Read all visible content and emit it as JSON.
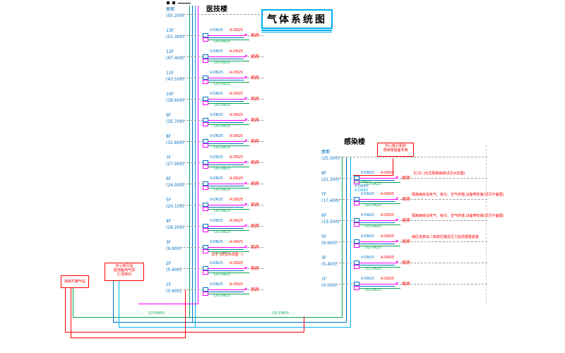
{
  "title": "气体系统图",
  "colors": {
    "oxygen": "#00A651",
    "vacuum": "#0070C0",
    "air": "#00B0F0",
    "alarm": "#FF0000",
    "flow": "#FF00FF",
    "accent": "#00B0F0"
  },
  "buildings": [
    {
      "name": "医技楼",
      "floors": [
        {
          "label": "屋面",
          "elev": "(55.200)"
        },
        {
          "label": "13F",
          "elev": "(51.300)",
          "p1": "V-DN25",
          "p2": "A-DN25",
          "p3": "O2-DN25",
          "end": "病房"
        },
        {
          "label": "12F",
          "elev": "(47.400)",
          "p1": "V-DN25",
          "p2": "A-DN25",
          "p3": "O2-DN25",
          "end": "病房"
        },
        {
          "label": "11F",
          "elev": "(43.500)",
          "p1": "V-DN25",
          "p2": "A-DN25",
          "p3": "O2-DN25",
          "end": "病房"
        },
        {
          "label": "10F",
          "elev": "(39.600)",
          "p1": "V-DN25",
          "p2": "A-DN25",
          "p3": "O2-DN25",
          "end": "病房"
        },
        {
          "label": "9F",
          "elev": "(35.700)",
          "p1": "V-DN25",
          "p2": "A-DN25",
          "p3": "O2-DN25",
          "end": "病房"
        },
        {
          "label": "8F",
          "elev": "(31.800)",
          "p1": "V-DN25",
          "p2": "A-DN25",
          "p3": "O2-DN25",
          "end": "病房"
        },
        {
          "label": "7F",
          "elev": "(27.900)",
          "p1": "V-DN25",
          "p2": "A-DN25",
          "p3": "O2-DN25",
          "end": "病房"
        },
        {
          "label": "6F",
          "elev": "(24.000)",
          "p1": "V-DN25",
          "p2": "A-DN25",
          "p3": "O2-DN25",
          "end": "病房"
        },
        {
          "label": "5F",
          "elev": "(20.100)",
          "p1": "V-DN25",
          "p2": "A-DN25",
          "p3": "O2-DN25",
          "end": "病房"
        },
        {
          "label": "4F",
          "elev": "(16.200)",
          "p1": "V-DN25",
          "p2": "A-DN25",
          "p3": "O2-DN25",
          "end": "病房"
        },
        {
          "label": "3F",
          "elev": "(9.900)",
          "p1": "V-DN25",
          "p2": "A-DN25",
          "p3": "O2-DN25",
          "end": "病房",
          "ann": "【C】(详见大样图一)"
        },
        {
          "label": "2F",
          "elev": "(5.400)",
          "p1": "V-DN25",
          "p2": "A-DN25",
          "p3": "O2-DN25",
          "end": "病房"
        },
        {
          "label": "1F",
          "elev": "(0.900)",
          "p1": "V-DN25",
          "p2": "A-DN25",
          "p3": "O2-DN25",
          "end": "病房"
        }
      ]
    },
    {
      "name": "感染楼",
      "floors": [
        {
          "label": "屋面",
          "elev": "(25.500)"
        },
        {
          "label": "8F",
          "elev": "(21.300)",
          "p1": "V-DN25",
          "p2": "A-DN25",
          "p3": "O2-DN25",
          "end": "病房",
          "ann": "【C2】(负压隔离病房详见大样图)"
        },
        {
          "label": "7F",
          "elev": "(17.400)",
          "p1": "V-DN25",
          "p2": "A-DN25",
          "p3": "O2-DN25",
          "end": "病房",
          "ann": "隔离病房设氧气、吸引、空气终端,设备带安装(详见平面图)"
        },
        {
          "label": "6F",
          "elev": "(13.500)",
          "p1": "V-DN25",
          "p2": "A-DN25",
          "p3": "O2-DN25",
          "end": "病房",
          "ann": "隔离病房设氧气、吸引、空气终端,设备带安装(详见平面图)"
        },
        {
          "label": "5F",
          "elev": "(9.600)",
          "p1": "V-DN25",
          "p2": "A-DN25",
          "p3": "O2-DN25",
          "end": "病房",
          "ann": "病区走廊设二级稳压箱及压力监测报警装置"
        },
        {
          "label": "3F",
          "elev": "(5.400)",
          "p1": "V-DN25",
          "p2": "A-DN25",
          "p3": "O2-DN25",
          "end": "病房"
        },
        {
          "label": "1F",
          "elev": "(0.000)",
          "p1": "V-DN25",
          "p2": "A-DN25",
          "p3": "O2-DN25",
          "end": "病房"
        }
      ]
    }
  ],
  "stations": {
    "lox": {
      "lines": [
        "液氧贮罐气站"
      ]
    },
    "manifold": {
      "lines": [
        "中心吸引站",
        "医用备用气源",
        "汇流排间"
      ]
    },
    "roof_suction": {
      "lines": [
        "中心吸引机房",
        "感染楼屋面专用"
      ]
    }
  },
  "pipes": {
    "main_labels": [
      "O2-DN50",
      "O2-DN50"
    ],
    "right_riser_labels": [
      "O2-DN50",
      "V-DN50",
      "A-DN50"
    ]
  }
}
